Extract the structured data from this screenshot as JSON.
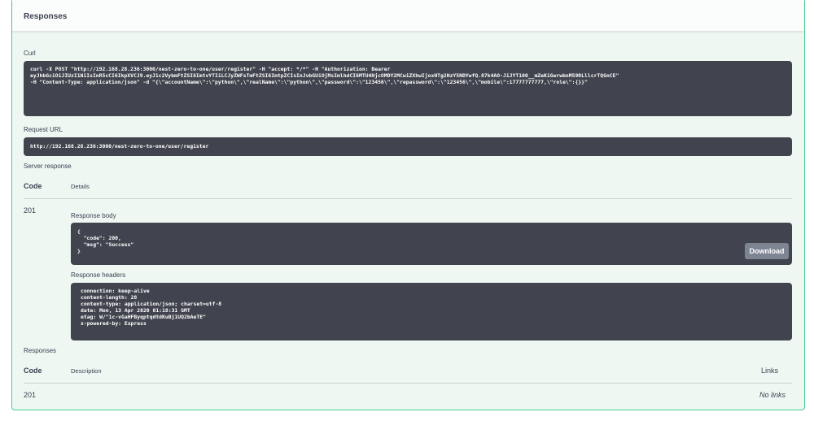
{
  "section_title": "Responses",
  "curl": {
    "label": "Curl",
    "command": "curl -X POST \"http://192.168.28.236:3000/nest-zero-to-one/user/register\" -H \"accept: */*\" -H \"Authorization: Bearer\neyJhbGciOiJIUzI1NiIsInR5cCI6IkpXVCJ9.eyJ1c2VybmFtZSI6ImtvYTIiLCJyZWFsTmFtZSI6ImtpZCIsInJvbGUiOjMsImlhdCI6MTU4NjcOMDY2MCwiZXhwIjoxNTg2NzY5NDYwfQ.87k4AO-JiJYT100__mZeKiGwrwbnM59RLllcrTQGnCE\"\n-H \"Content-Type: application/json\" -d \"{\\\"accountName\\\":\\\"python\\\",\\\"realName\\\":\\\"python\\\",\\\"password\\\":\\\"123456\\\",\\\"repassword\\\":\\\"123456\\\",\\\"mobile\\\":17777777777,\\\"role\\\":{}}\""
  },
  "request_url": {
    "label": "Request URL",
    "value": "http://192.168.28.236:3000/nest-zero-to-one/user/register"
  },
  "server_response": {
    "label": "Server response",
    "col_code": "Code",
    "col_details": "Details",
    "code": "201",
    "body_label": "Response body",
    "body": "{\n  \"code\": 200,\n  \"msg\": \"Success\"\n}",
    "download_label": "Download",
    "headers_label": "Response headers",
    "headers": "connection: keep-alive\ncontent-length: 28\ncontent-type: application/json; charset=utf-8\ndate: Mon, 13 Apr 2020 01:18:31 GMT\netag: W/\"1c-vGaHFByqptqdtdKuBj1UQ2bAeTE\"\nx-powered-by: Express"
  },
  "responses": {
    "label": "Responses",
    "col_code": "Code",
    "col_description": "Description",
    "col_links": "Links",
    "rows": [
      {
        "code": "201",
        "description": "",
        "links": "No links"
      }
    ]
  }
}
